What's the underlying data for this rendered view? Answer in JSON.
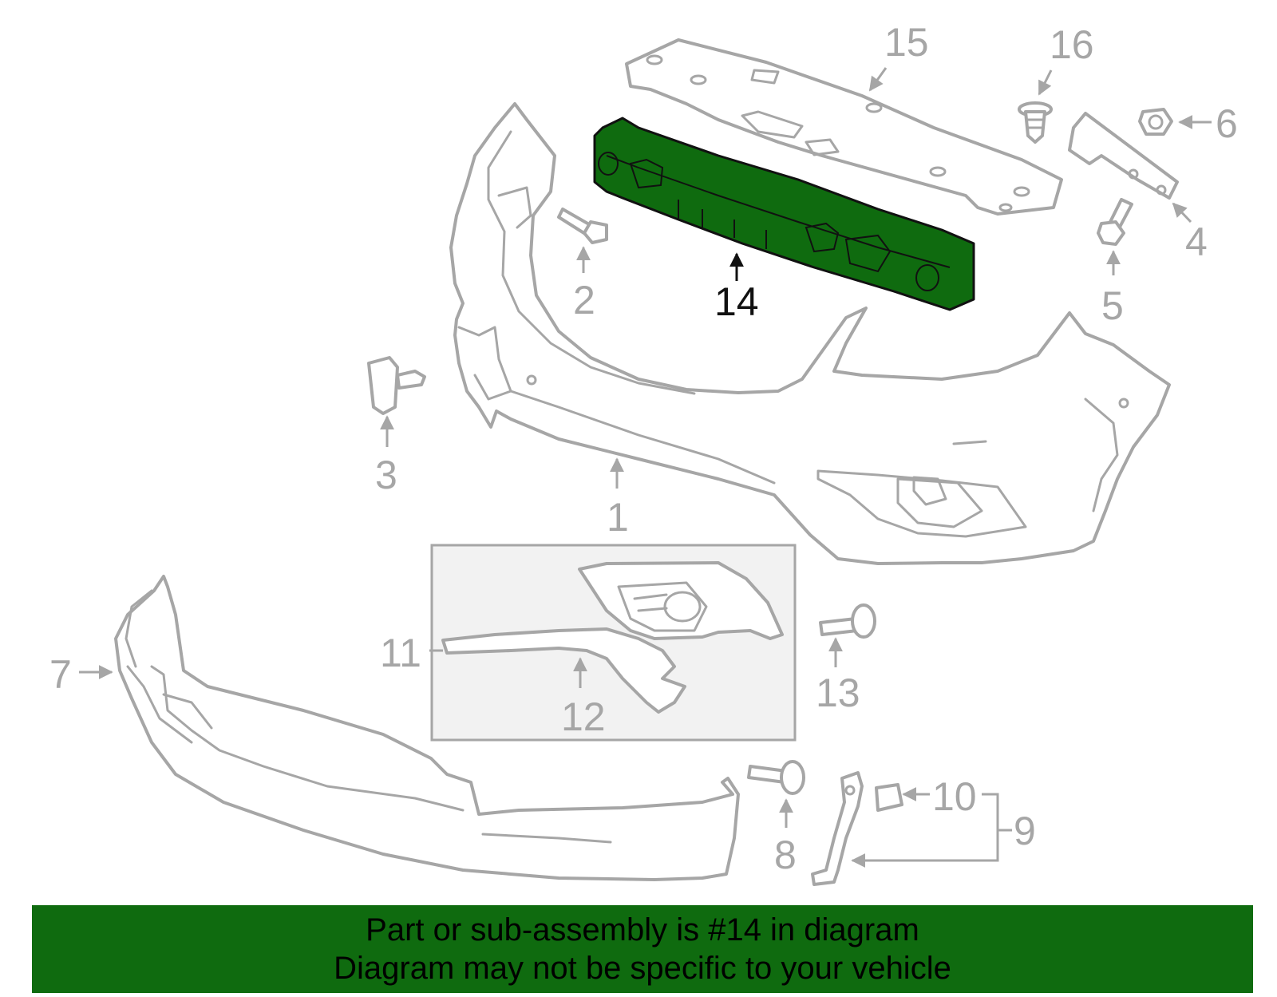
{
  "diagram": {
    "highlight_color": "#0f6b0f",
    "line_color": "#a6a6a6",
    "callouts": {
      "c1": "1",
      "c2": "2",
      "c3": "3",
      "c4": "4",
      "c5": "5",
      "c6": "6",
      "c7": "7",
      "c8": "8",
      "c9": "9",
      "c10": "10",
      "c11": "11",
      "c12": "12",
      "c13": "13",
      "c14": "14",
      "c15": "15",
      "c16": "16"
    }
  },
  "banner": {
    "line1": "Part or sub-assembly is #14 in diagram",
    "line2": "Diagram may not be specific to your vehicle",
    "background": "#0f6b0f"
  }
}
